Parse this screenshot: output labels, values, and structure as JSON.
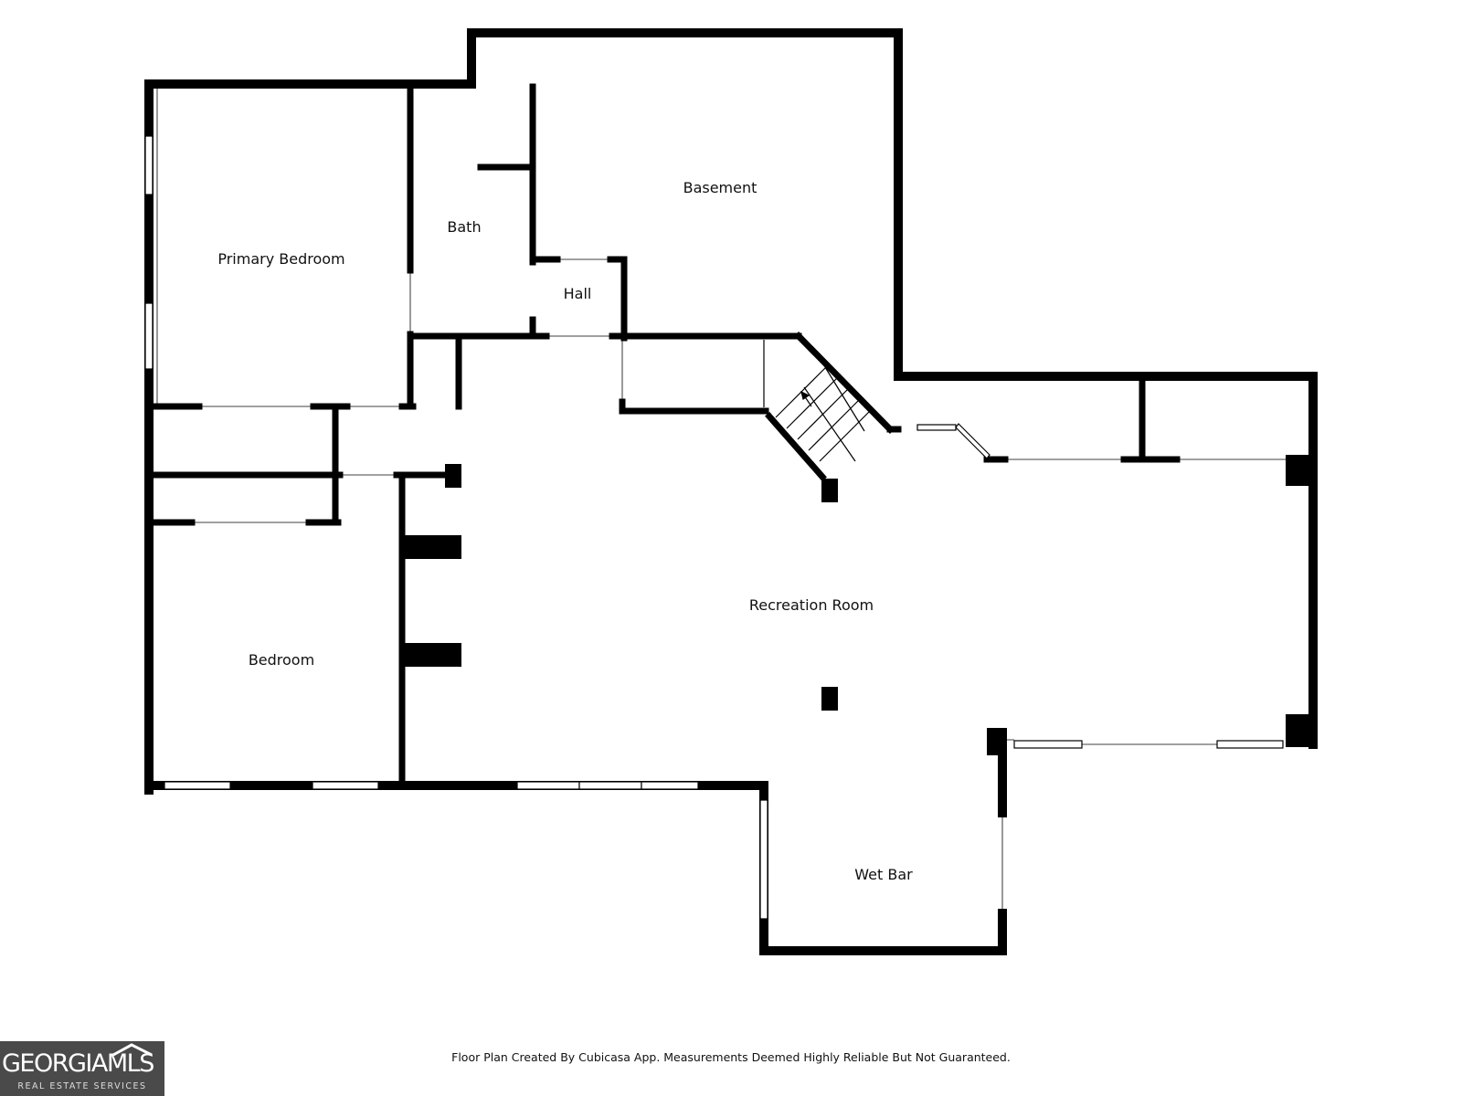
{
  "rooms": {
    "primary_bedroom": "Primary Bedroom",
    "bath": "Bath",
    "hall": "Hall",
    "basement": "Basement",
    "bedroom": "Bedroom",
    "recreation_room": "Recreation Room",
    "wet_bar": "Wet Bar"
  },
  "footer": {
    "disclaimer": "Floor Plan Created By Cubicasa App. Measurements Deemed Highly Reliable But Not Guaranteed."
  },
  "logo": {
    "name": "GEORGIAMLS",
    "tagline": "REAL ESTATE SERVICES"
  },
  "colors": {
    "wall": "#000000",
    "background": "#ffffff",
    "logo_background": "#4a4a4a"
  }
}
